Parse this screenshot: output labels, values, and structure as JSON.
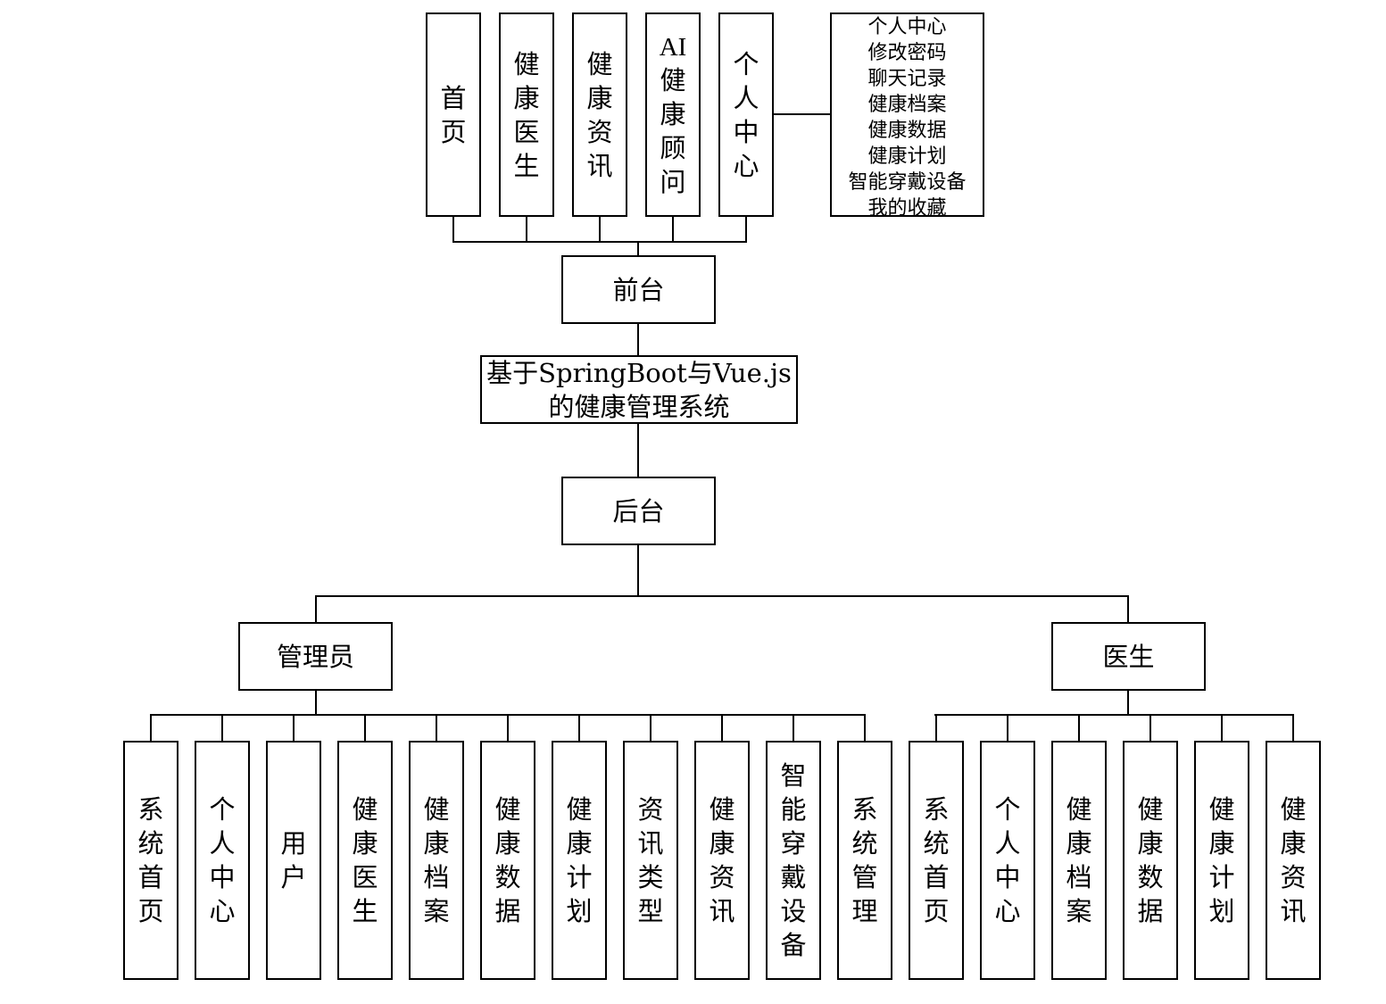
{
  "root": {
    "title_line1": "基于SpringBoot与Vue.js",
    "title_line2": "的健康管理系统"
  },
  "frontend": {
    "label": "前台",
    "modules": [
      {
        "label": "首页"
      },
      {
        "label": "健康医生"
      },
      {
        "label": "健康资讯"
      },
      {
        "label": "AI健康顾问"
      },
      {
        "label": "个人中心"
      }
    ],
    "personal_center_items": [
      "个人中心",
      "修改密码",
      "聊天记录",
      "健康档案",
      "健康数据",
      "健康计划",
      "智能穿戴设备",
      "我的收藏"
    ]
  },
  "backend": {
    "label": "后台",
    "admin": {
      "label": "管理员",
      "modules": [
        "系统首页",
        "个人中心",
        "用户",
        "健康医生",
        "健康档案",
        "健康数据",
        "健康计划",
        "资讯类型",
        "健康资讯",
        "智能穿戴设备",
        "系统管理"
      ]
    },
    "doctor": {
      "label": "医生",
      "modules": [
        "系统首页",
        "个人中心",
        "健康档案",
        "健康数据",
        "健康计划",
        "健康资讯"
      ]
    }
  }
}
